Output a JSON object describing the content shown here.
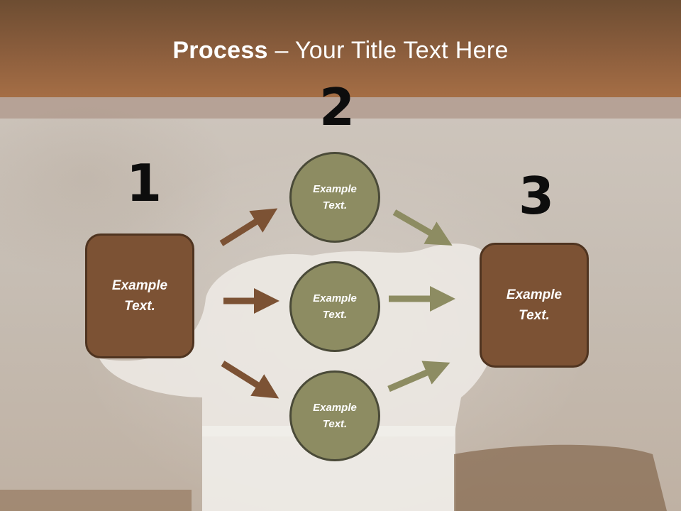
{
  "title": {
    "bold": "Process",
    "rest": " – Your Title Text Here"
  },
  "numbers": {
    "one": "1",
    "two": "2",
    "three": "3"
  },
  "left_box": {
    "line1": "Example",
    "line2": "Text."
  },
  "right_box": {
    "line1": "Example",
    "line2": "Text."
  },
  "circles": [
    {
      "line1": "Example",
      "line2": "Text."
    },
    {
      "line1": "Example",
      "line2": "Text."
    },
    {
      "line1": "Example",
      "line2": "Text."
    }
  ],
  "colors": {
    "header": "#8c5e3d",
    "box_fill": "#7c5234",
    "circle_fill": "#8d8c62",
    "arrow_brown": "#7c5234",
    "arrow_olive": "#8d8c62"
  }
}
